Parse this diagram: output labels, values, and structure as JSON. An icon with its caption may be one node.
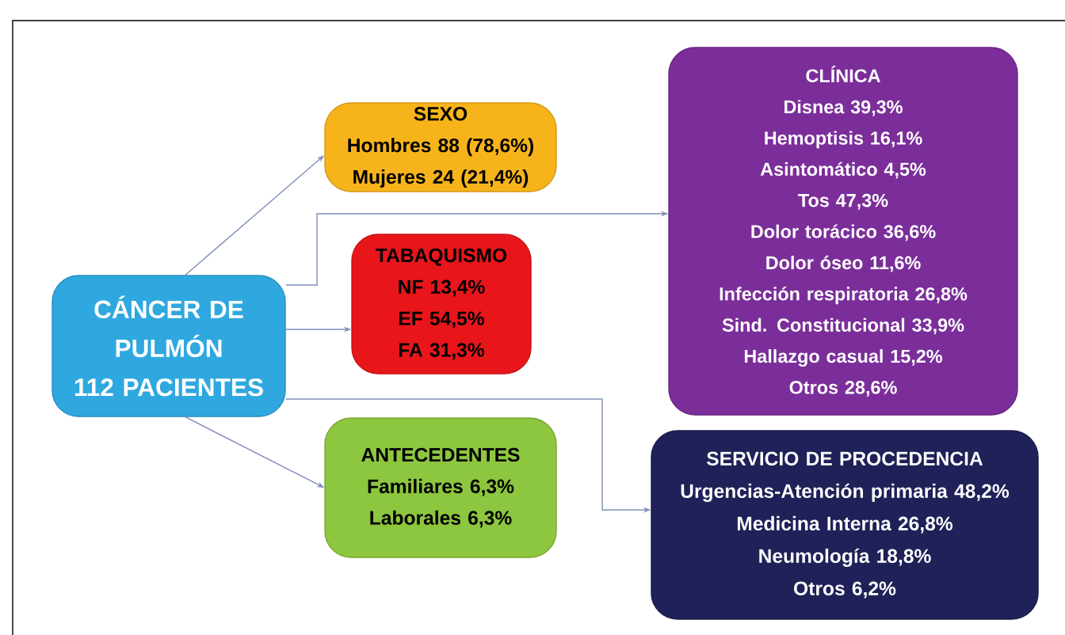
{
  "diagram": {
    "nodes": [
      {
        "text": [
          "CÁNCER DE PULMÓN",
          "112 PACIENTES"
        ]
      },
      {
        "text": [
          "SEXO",
          "Hombres 88 (78,6%)",
          "Mujeres 24 (21,4%)"
        ]
      },
      {
        "text": [
          "TABAQUISMO",
          "NF 13,4%",
          "EF 54,5%",
          "FA 31,3%"
        ]
      },
      {
        "text": [
          "ANTECEDENTES",
          "Familiares 6,3%",
          "Laborales 6,3%"
        ]
      },
      {
        "text": [
          "CLÍNICA",
          "Disnea 39,3%",
          "Hemoptisis 16,1%",
          "Asintomático 4,5%",
          "Tos 47,3%",
          "Dolor torácico 36,6%",
          "Dolor óseo 11,6%",
          "Infección respiratoria 26,8%",
          "Sind. Constitucional 33,9%",
          "Hallazgo casual 15,2%",
          "Otros 28,6%"
        ]
      },
      {
        "text": [
          "SERVICIO DE PROCEDENCIA",
          "Urgencias-Atención primaria 48,2%",
          "Medicina Interna 26,8%",
          "Neumología 18,8%",
          "Otros 6,2%"
        ]
      }
    ],
    "edges": [
      {
        "from": 0,
        "to": 1,
        "arrow": "to"
      },
      {
        "from": 0,
        "to": 4,
        "arrow": "to"
      },
      {
        "from": 0,
        "to": 2,
        "arrow": "to"
      },
      {
        "from": 0,
        "to": 5,
        "arrow": "to"
      },
      {
        "from": 0,
        "to": 3,
        "arrow": "to"
      }
    ]
  }
}
